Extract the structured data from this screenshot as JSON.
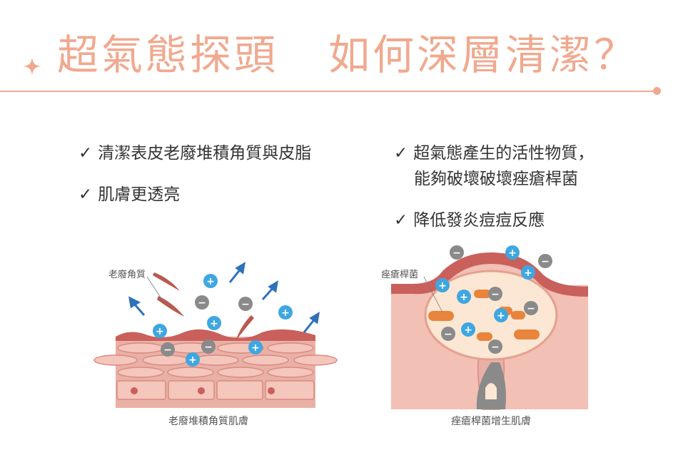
{
  "header": {
    "title_part1": "超氣態探頭",
    "title_part2": "如何深層清潔？"
  },
  "left": {
    "bullets": [
      "清潔表皮老廢堆積角質與皮脂",
      "肌膚更透亮"
    ],
    "figure_label": "老廢角質",
    "caption": "老廢堆積角質肌膚"
  },
  "right": {
    "bullets": [
      "超氣態產生的活性物質，",
      "能夠破壞破壞痤瘡桿菌",
      "降低發炎痘痘反應"
    ],
    "figure_label": "痤瘡桿菌",
    "caption": "痤瘡桿菌增生肌膚"
  },
  "checkmark": "✓",
  "ion_plus": "+",
  "ion_minus": "−",
  "colors": {
    "accent": "#f0a98f",
    "skin_top": "#c9605c",
    "skin_fill": "#e9b0a6",
    "skin_line": "#d88a80",
    "ion_plus": "#3fa7e0",
    "ion_minus": "#8a8a8a",
    "arrow": "#2f72b8",
    "bacteria": "#e8843c"
  }
}
